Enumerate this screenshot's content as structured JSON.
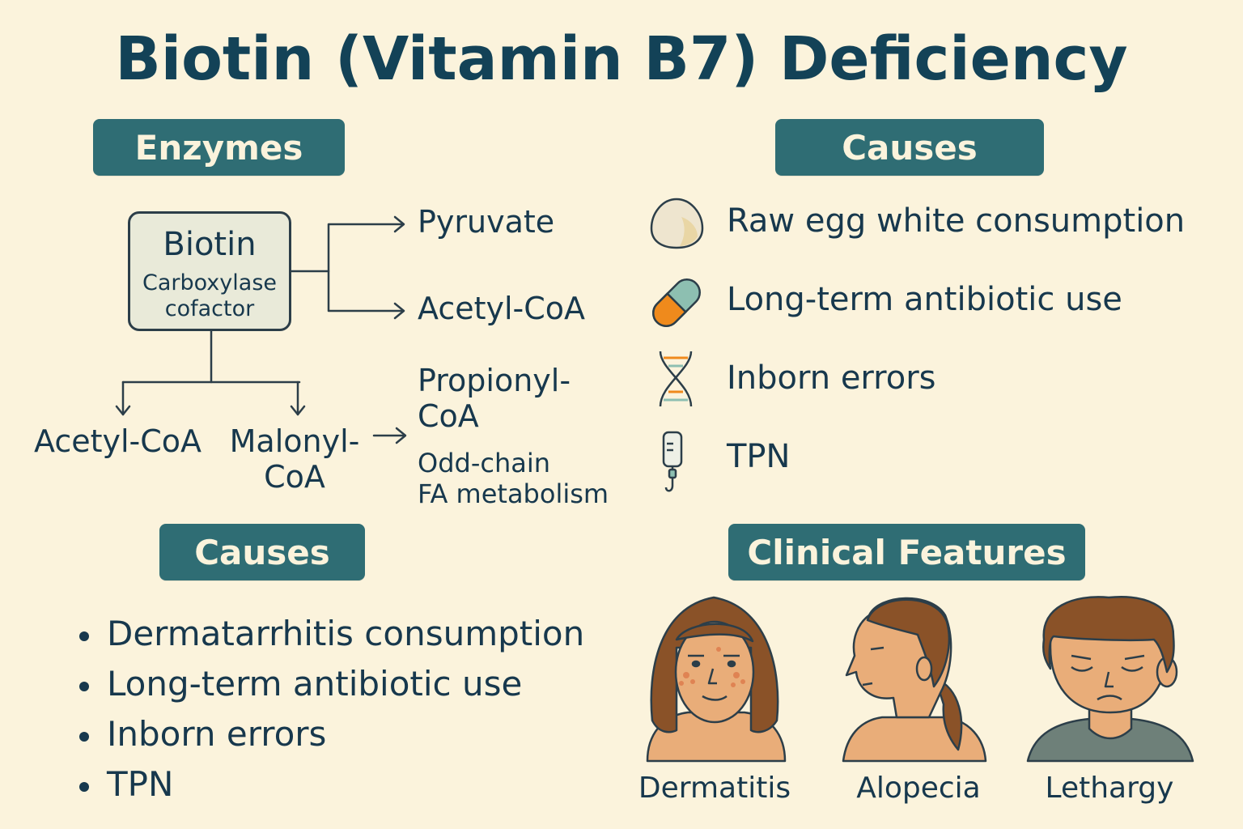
{
  "title": "Biotin (Vitamin B7) Deficiency",
  "sections": {
    "enzymes": "Enzymes",
    "causes_top": "Causes",
    "causes_bottom": "Causes",
    "clinical": "Clinical Features"
  },
  "diagram": {
    "biotin_name": "Biotin",
    "biotin_desc_line1": "Carboxylase",
    "biotin_desc_line2": "cofactor",
    "pyruvate": "Pyruvate",
    "acetyl_coa_right": "Acetyl-CoA",
    "propionyl_line1": "Propionyl-",
    "propionyl_line2": "CoA",
    "odd_line1": "Odd-chain",
    "odd_line2": "FA metabolism",
    "acetyl_coa_bottom": "Acetyl-CoA",
    "malonyl_line1": "Malonyl-",
    "malonyl_line2": "CoA"
  },
  "causes_icons": [
    {
      "label": "Raw egg white consumption",
      "icon": "egg-icon"
    },
    {
      "label": "Long-term antibiotic use",
      "icon": "pill-capsule-icon"
    },
    {
      "label": "Inborn errors",
      "icon": "dna-icon"
    },
    {
      "label": "TPN",
      "icon": "iv-bag-icon"
    }
  ],
  "causes_list": [
    "Dermatarrhitis consumption",
    "Long-term antibiotic use",
    "Inborn errors",
    "TPN"
  ],
  "clinical_features": [
    {
      "label": "Dermatitis",
      "icon": "woman-rash-face-icon"
    },
    {
      "label": "Alopecia",
      "icon": "woman-profile-icon"
    },
    {
      "label": "Lethargy",
      "icon": "tired-man-icon"
    }
  ],
  "colors": {
    "background": "#fbf3dc",
    "header_fill": "#2f6d74",
    "text": "#17384d",
    "skin": "#e9ad79",
    "hair": "#8a5228",
    "capsule_orange": "#ef8a1c",
    "capsule_teal": "#8dbfb1"
  }
}
